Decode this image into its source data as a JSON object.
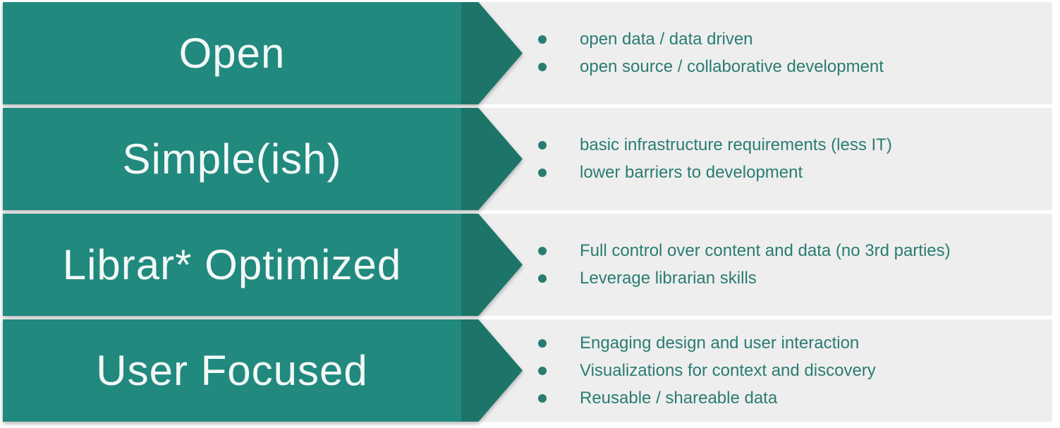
{
  "page": {
    "background": "#ffffff",
    "band_background": "#eeeeee"
  },
  "colors": {
    "arrow_body": "#21897e",
    "arrow_head": "#1d7569",
    "bullet_text": "#2a7c72",
    "title_text": "#f2f8f7"
  },
  "rows": [
    {
      "title": "Open",
      "bullets": [
        "open data / data driven",
        "open source / collaborative development"
      ]
    },
    {
      "title": "Simple(ish)",
      "bullets": [
        "basic infrastructure requirements (less IT)",
        "lower barriers to development"
      ]
    },
    {
      "title": "Librar* Optimized",
      "bullets": [
        "Full control over content and data (no 3rd parties)",
        "Leverage librarian skills"
      ]
    },
    {
      "title": "User Focused",
      "bullets": [
        "Engaging design and user interaction",
        "Visualizations for context and discovery",
        "Reusable / shareable data"
      ]
    }
  ]
}
